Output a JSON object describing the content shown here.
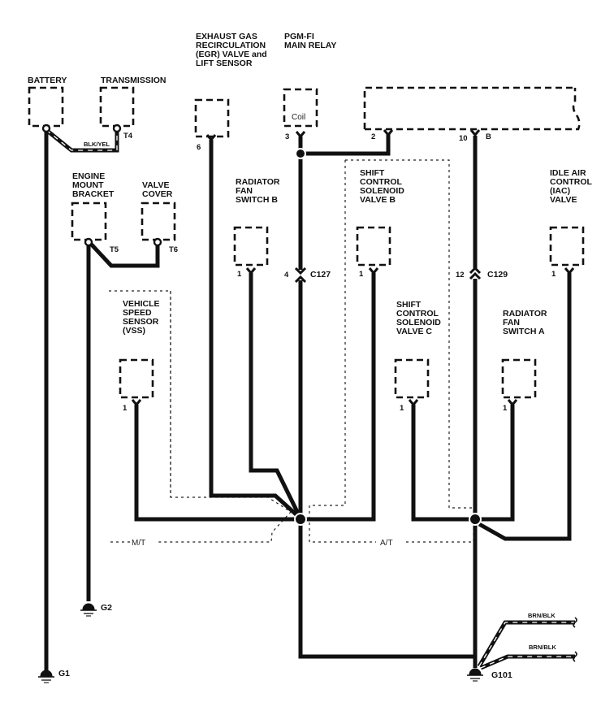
{
  "diagram": {
    "type": "ground distribution wiring schematic",
    "components": {
      "battery": {
        "label": "BATTERY"
      },
      "transmission": {
        "label": "TRANSMISSION",
        "terminal": "T4"
      },
      "egr": {
        "label_lines": [
          "EXHAUST GAS",
          "RECIRCULATION",
          "(EGR) VALVE and",
          "LIFT SENSOR"
        ],
        "pin": "6"
      },
      "pgm_fi": {
        "label_lines": [
          "PGM-FI",
          "MAIN RELAY"
        ],
        "inner": "Coil",
        "pin": "3"
      },
      "ecm": {
        "pin_left": "2",
        "pin_right": "10",
        "pin_right_suffix": "B"
      },
      "engine_mount": {
        "label_lines": [
          "ENGINE",
          "MOUNT",
          "BRACKET"
        ],
        "terminal": "T5"
      },
      "valve_cover": {
        "label_lines": [
          "VALVE",
          "COVER"
        ],
        "terminal": "T6"
      },
      "rad_fan_b": {
        "label_lines": [
          "RADIATOR",
          "FAN",
          "SWITCH B"
        ],
        "pin": "1"
      },
      "scs_b": {
        "label_lines": [
          "SHIFT",
          "CONTROL",
          "SOLENOID",
          "VALVE B"
        ],
        "pin": "1"
      },
      "iac": {
        "label_lines": [
          "IDLE AIR",
          "CONTROL",
          "(IAC)",
          "VALVE"
        ],
        "pin": "1"
      },
      "vss": {
        "label_lines": [
          "VEHICLE",
          "SPEED",
          "SENSOR",
          "(VSS)"
        ],
        "pin": "1"
      },
      "scs_c": {
        "label_lines": [
          "SHIFT",
          "CONTROL",
          "SOLENOID",
          "VALVE C"
        ],
        "pin": "1"
      },
      "rad_fan_a": {
        "label_lines": [
          "RADIATOR",
          "FAN",
          "SWITCH A"
        ],
        "pin": "1"
      }
    },
    "connectors": {
      "c127": {
        "name": "C127",
        "pin": "4"
      },
      "c129": {
        "name": "C129",
        "pin": "12"
      }
    },
    "wire_colors": {
      "battery_to_t4": "BLK/YEL",
      "g101_upper": "BRN/BLK",
      "g101_lower": "BRN/BLK"
    },
    "options": {
      "manual": "M/T",
      "automatic": "A/T"
    },
    "grounds": {
      "g1": "G1",
      "g2": "G2",
      "g101": "G101"
    }
  }
}
